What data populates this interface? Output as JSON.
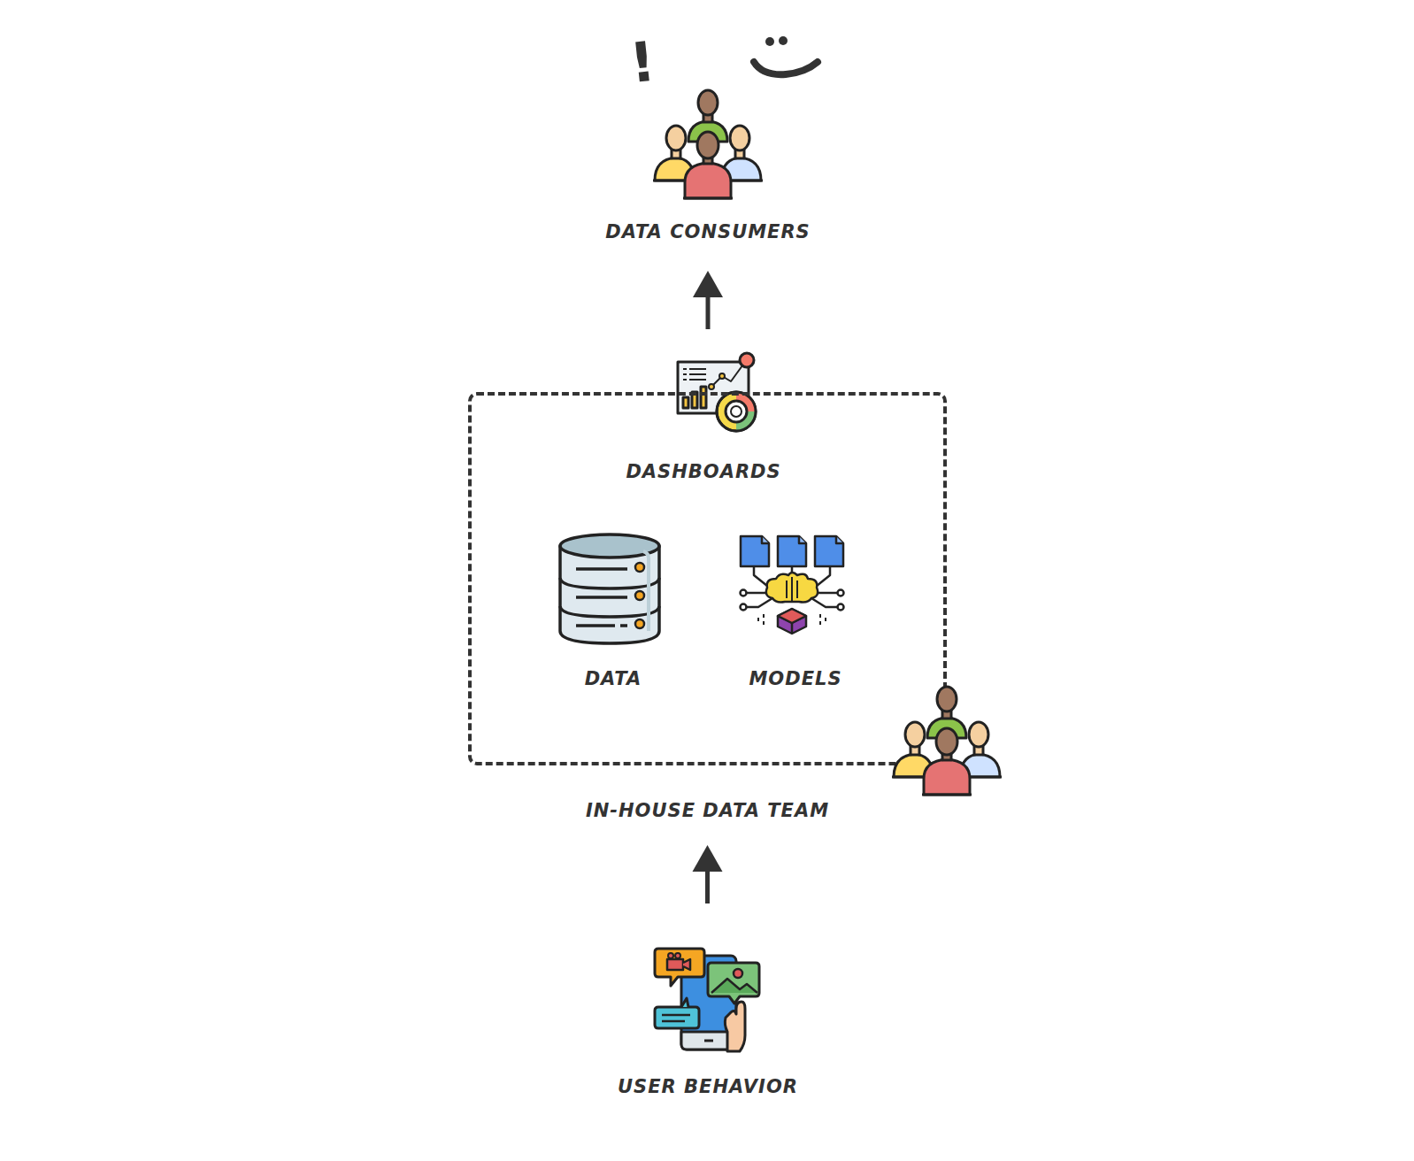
{
  "diagram": {
    "nodes": [
      {
        "text": [
          "DATA CONSUMERS"
        ]
      },
      {
        "text": [
          "IN-HOUSE DATA TEAM"
        ]
      },
      {
        "text": [
          "DASHBOARDS"
        ],
        "in": 1
      },
      {
        "text": [
          "DATA"
        ],
        "in": 1
      },
      {
        "text": [
          "MODELS"
        ],
        "in": 1
      },
      {
        "text": [
          "USER BEHAVIOR"
        ]
      }
    ],
    "edges": [
      {
        "from": 5,
        "to": 1,
        "arrow": "to"
      },
      {
        "from": 1,
        "to": 0,
        "arrow": "to"
      }
    ],
    "labels": [
      "!"
    ]
  }
}
